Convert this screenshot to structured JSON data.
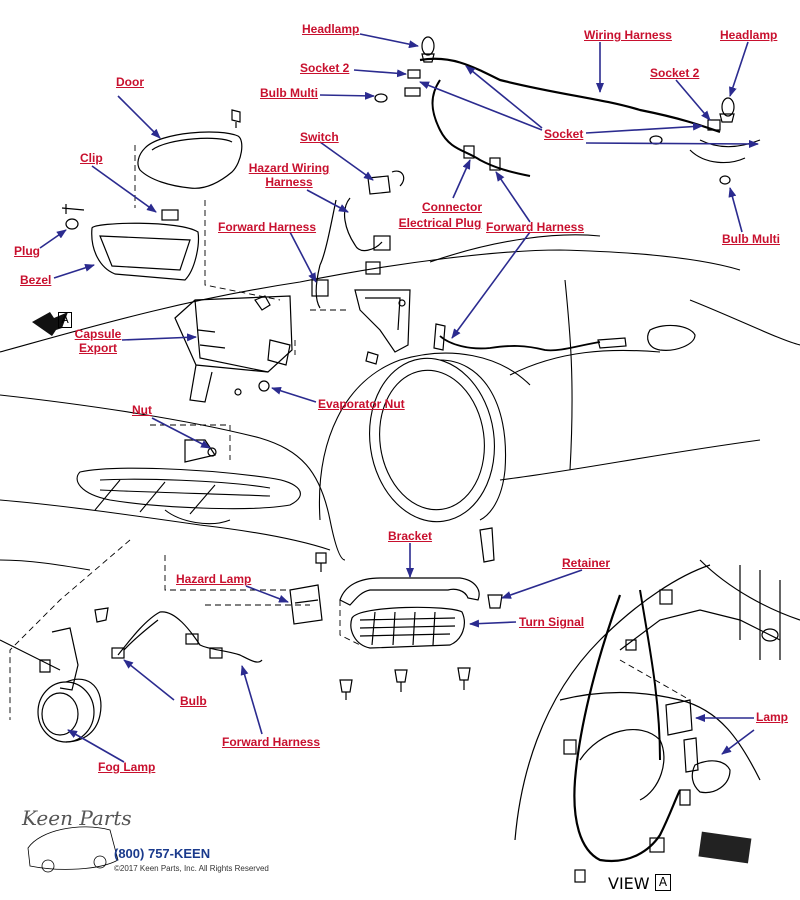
{
  "labels": {
    "headlamp_top": "Headlamp",
    "socket2_left": "Socket 2",
    "bulb_multi_top": "Bulb Multi",
    "wiring_harness": "Wiring Harness",
    "headlamp_right": "Headlamp",
    "socket2_right": "Socket 2",
    "socket": "Socket",
    "bulb_multi_right": "Bulb Multi",
    "door": "Door",
    "clip": "Clip",
    "switch": "Switch",
    "hazard_wiring_harness_1": "Hazard Wiring",
    "hazard_wiring_harness_2": "Harness",
    "connector_1": "Connector",
    "connector_2": "Electrical Plug",
    "forward_harness_mid": "Forward Harness",
    "forward_harness_left": "Forward Harness",
    "plug": "Plug",
    "bezel": "Bezel",
    "capsule_1": "Capsule",
    "capsule_2": "Export",
    "evaporator_nut": "Evaporator Nut",
    "nut": "Nut",
    "bracket": "Bracket",
    "retainer": "Retainer",
    "hazard_lamp": "Hazard Lamp",
    "turn_signal": "Turn Signal",
    "lamp": "Lamp",
    "bulb": "Bulb",
    "forward_harness_bottom": "Forward Harness",
    "fog_lamp": "Fog Lamp"
  },
  "view_marker": "A",
  "view_label": "VIEW",
  "view_letter": "A",
  "footer": {
    "logo_text": "Keen Parts",
    "phone": "(800) 757-KEEN",
    "copyright": "©2017 Keen Parts, Inc. All Rights Reserved"
  },
  "colors": {
    "label": "#c8102e",
    "arrow": "#2b2b8f",
    "line": "#000000"
  }
}
